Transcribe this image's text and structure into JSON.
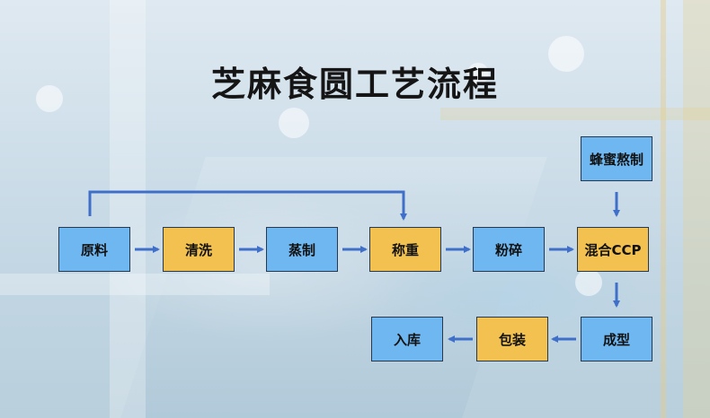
{
  "title": "芝麻食圆工艺流程",
  "steps": {
    "raw": "原料",
    "wash": "清洗",
    "steam": "蒸制",
    "weigh": "称重",
    "crush": "粉碎",
    "mix": "混合CCP",
    "honey": "蜂蜜熬制",
    "shape": "成型",
    "pack": "包装",
    "store": "入库"
  },
  "colors": {
    "blue_box": "#6fb7f0",
    "yellow_box": "#f2c14f",
    "arrow": "#3f6fc8",
    "border": "#27384f"
  }
}
